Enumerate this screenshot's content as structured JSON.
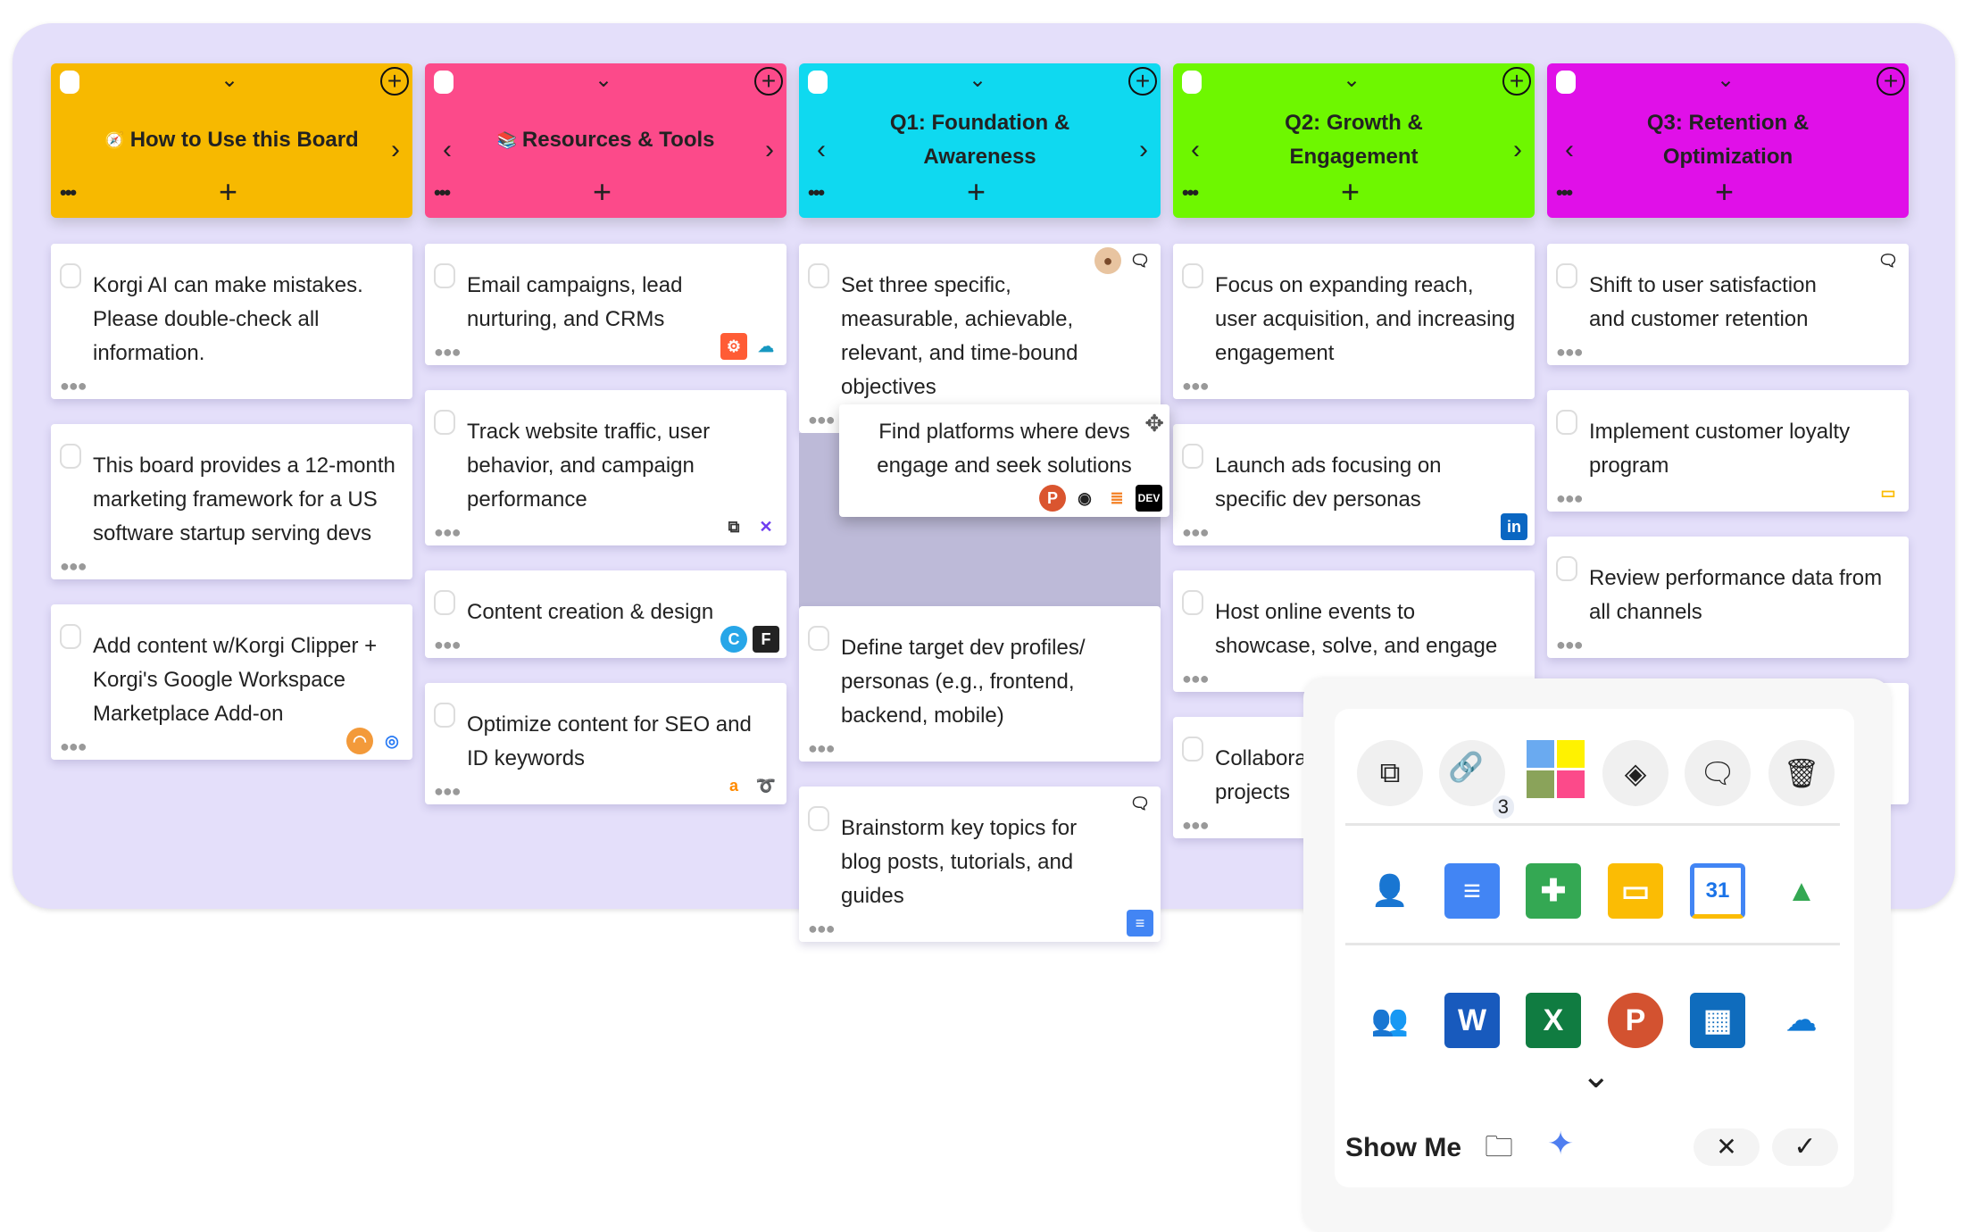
{
  "columns": [
    {
      "title": "How to Use this Board",
      "title_icon": "compass-icon",
      "color": "#f7b900",
      "has_left": false,
      "has_right": true,
      "cards": [
        {
          "text": "Korgi AI can make mistakes. Please double-check all information.",
          "icons": []
        },
        {
          "text": "This board provides a 12-month marketing framework for a US software startup serving devs",
          "icons": []
        },
        {
          "text": "Add content w/Korgi Clipper + Korgi's Google Workspace Marketplace Add-on",
          "icons": [
            "rainbow-icon",
            "ring-icon"
          ]
        }
      ]
    },
    {
      "title": "Resources & Tools",
      "title_icon": "books-icon",
      "color": "#fc4a8a",
      "has_left": true,
      "has_right": true,
      "cards": [
        {
          "text": "Email campaigns, lead nurturing, and CRMs",
          "icons": [
            "hubspot-icon",
            "salesforce-icon"
          ]
        },
        {
          "text": "Track website traffic, user behavior, and campaign performance",
          "icons": [
            "external-link-icon",
            "make-icon"
          ]
        },
        {
          "text": "Content creation & design",
          "icons": [
            "canva-icon",
            "figma-icon"
          ]
        },
        {
          "text": "Optimize content for SEO and ID keywords",
          "icons": [
            "amazon-icon",
            "semrush-icon"
          ]
        }
      ]
    },
    {
      "title": "Q1: Foundation & Awareness",
      "title_icon": "",
      "color": "#0fd9f0",
      "has_left": true,
      "has_right": true,
      "cards": [
        {
          "text": "Set three specific, measurable, achievable, relevant, and time-bound objectives",
          "icons": [],
          "top": [
            "avatar-icon",
            "comment-icon"
          ]
        },
        {
          "placeholder": true
        },
        {
          "text": "Define target dev profiles/ personas (e.g., frontend, backend, mobile)",
          "icons": []
        },
        {
          "text": "Brainstorm key topics for blog posts, tutorials, and guides",
          "icons": [
            "google-docs-icon"
          ],
          "top": [
            "comment-icon"
          ]
        }
      ]
    },
    {
      "title": "Q2: Growth & Engagement",
      "title_icon": "",
      "color": "#6ef700",
      "has_left": true,
      "has_right": true,
      "cards": [
        {
          "text": "Focus on expanding reach, user acquisition, and increasing engagement",
          "icons": []
        },
        {
          "text": "Launch ads focusing on specific dev personas",
          "icons": [
            "linkedin-icon"
          ]
        },
        {
          "text": "Host online events to showcase, solve, and engage",
          "icons": []
        },
        {
          "text": "Collabora\nprojects",
          "icons": []
        }
      ]
    },
    {
      "title": "Q3: Retention & Optimization",
      "title_icon": "",
      "color": "#e010e8",
      "has_left": true,
      "has_right": false,
      "cards": [
        {
          "text": "Shift to user satisfaction and customer retention",
          "icons": [],
          "top": [
            "comment-icon"
          ]
        },
        {
          "text": "Implement customer loyalty program",
          "icons": [
            "google-slides-icon"
          ]
        },
        {
          "text": "Review performance data from all channels",
          "icons": []
        },
        {
          "text": "",
          "icons": []
        }
      ]
    }
  ],
  "dragging_card": {
    "text": "Find platforms where devs engage and seek solutions",
    "icons": [
      "producthunt-icon",
      "github-icon",
      "stackoverflow-icon",
      "dev-icon"
    ]
  },
  "popup": {
    "actions": [
      {
        "name": "copy-icon",
        "glyph": "⧉"
      },
      {
        "name": "link-icon",
        "glyph": "🔗",
        "badge": "3"
      },
      {
        "name": "color-palette-icon",
        "colors": [
          "#6aaaf0",
          "#fff200",
          "#8aa35a",
          "#fc4a8a"
        ]
      },
      {
        "name": "add-diamond-icon",
        "glyph": "◈"
      },
      {
        "name": "comment-icon",
        "glyph": "🗨"
      },
      {
        "name": "trash-icon",
        "glyph": "🗑"
      }
    ],
    "google_apps": [
      "google-contacts-icon",
      "google-docs-icon",
      "google-sheets-icon",
      "google-slides-icon",
      "google-calendar-icon",
      "google-drive-icon"
    ],
    "calendar_day": "31",
    "microsoft_apps": [
      "teams-icon",
      "word-icon",
      "excel-icon",
      "powerpoint-icon",
      "planner-icon",
      "onedrive-icon"
    ],
    "show_me_label": "Show Me",
    "footer_icons": [
      "folder-download-icon",
      "gemini-sparkle-icon"
    ],
    "cancel_glyph": "✕",
    "confirm_glyph": "✓"
  }
}
